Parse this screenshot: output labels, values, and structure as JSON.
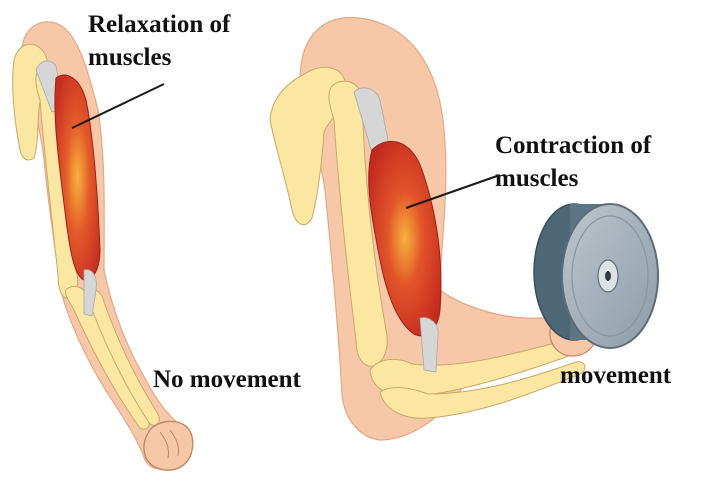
{
  "labels": {
    "relaxation_line1": "Relaxation of",
    "relaxation_line2": "muscles",
    "contraction_line1": "Contraction of",
    "contraction_line2": "muscles",
    "no_movement": "No movement",
    "movement": "movement"
  },
  "colors": {
    "skin": "#F6C8A7",
    "skin_outline": "#E2A888",
    "bone": "#FBE6A2",
    "bone_outline": "#C9A86A",
    "muscle": "#D63A2A",
    "muscle_highlight": "#F39A2E",
    "tendon": "#D6D6D6",
    "weight_face": "#A6B2BC",
    "weight_side": "#4E6777",
    "weight_hub": "#FFFFFF",
    "text": "#111111",
    "leader_line": "#1A1A1A"
  }
}
